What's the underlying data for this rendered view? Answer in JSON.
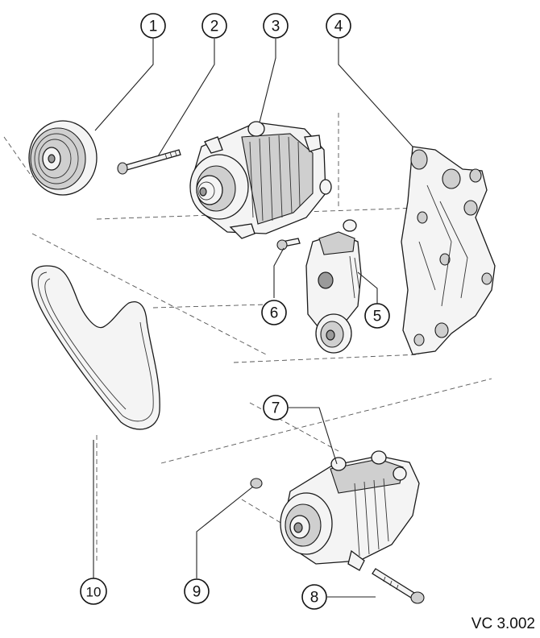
{
  "figure": {
    "reference_code": "VC 3.002"
  },
  "callouts": [
    {
      "id": "1",
      "label": "1"
    },
    {
      "id": "2",
      "label": "2"
    },
    {
      "id": "3",
      "label": "3"
    },
    {
      "id": "4",
      "label": "4"
    },
    {
      "id": "5",
      "label": "5"
    },
    {
      "id": "6",
      "label": "6"
    },
    {
      "id": "7",
      "label": "7"
    },
    {
      "id": "8",
      "label": "8"
    },
    {
      "id": "9",
      "label": "9"
    },
    {
      "id": "10",
      "label": "10"
    }
  ]
}
